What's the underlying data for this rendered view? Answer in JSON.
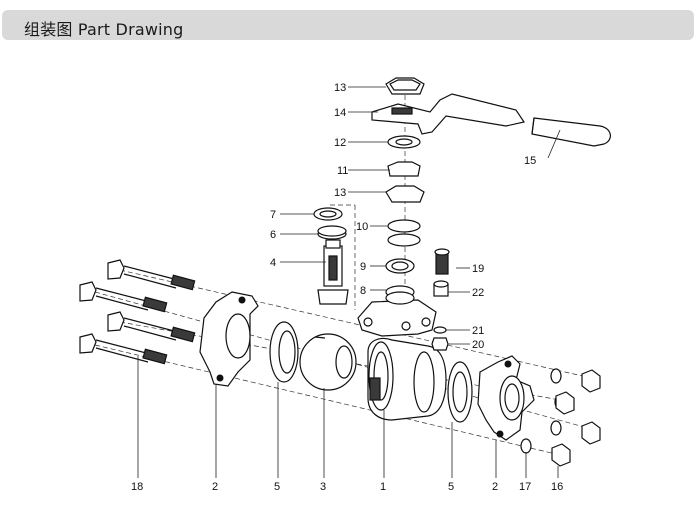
{
  "header": {
    "title": "组装图 Part Drawing"
  },
  "callouts": {
    "p1": "1",
    "p2_left": "2",
    "p2_right": "2",
    "p3": "3",
    "p4": "4",
    "p5_left": "5",
    "p5_right": "5",
    "p6": "6",
    "p7": "7",
    "p8": "8",
    "p9": "9",
    "p10": "10",
    "p11": "11",
    "p12": "12",
    "p13_top": "13",
    "p13_mid": "13",
    "p14": "14",
    "p15": "15",
    "p16": "16",
    "p17": "17",
    "p18": "18",
    "p19": "19",
    "p20": "20",
    "p21": "21",
    "p22": "22"
  }
}
